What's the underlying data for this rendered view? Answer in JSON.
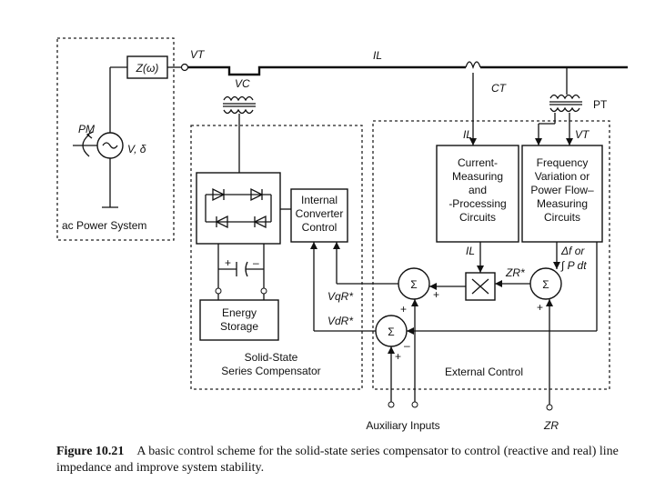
{
  "labels": {
    "z_omega": "Z(ω)",
    "vt_top": "VT",
    "il_top": "IL",
    "vc": "VC",
    "ct": "CT",
    "pt": "PT",
    "pm": "PM",
    "v_delta": "V, δ",
    "ac_power_system": "ac Power System",
    "il_ct": "IL",
    "vt_pt": "VT",
    "internal_converter_control": [
      "Internal",
      "Converter",
      "Control"
    ],
    "current_measuring": [
      "Current-",
      "Measuring",
      "and",
      "-Processing",
      "Circuits"
    ],
    "frequency_variation": [
      "Frequency",
      "Variation or",
      "Power Flow–",
      "Measuring",
      "Circuits"
    ],
    "energy_storage": [
      "Energy",
      "Storage"
    ],
    "il_mult": "IL",
    "zr_star": "ZR*",
    "delta_f": "Δf or",
    "int_p_dt": "∫ P dt",
    "vqr": "VqR*",
    "vdr": "VdR*",
    "solid_state_compensator": [
      "Solid-State",
      "Series Compensator"
    ],
    "external_control": "External Control",
    "auxiliary_inputs": "Auxiliary Inputs",
    "zr_input": "ZR",
    "sigma": "Σ",
    "plus": "+",
    "minus": "–"
  },
  "caption": {
    "figure": "Figure 10.21",
    "text": "A basic control scheme for the solid-state series compensator to control (reactive and real) line impedance and improve system stability."
  }
}
